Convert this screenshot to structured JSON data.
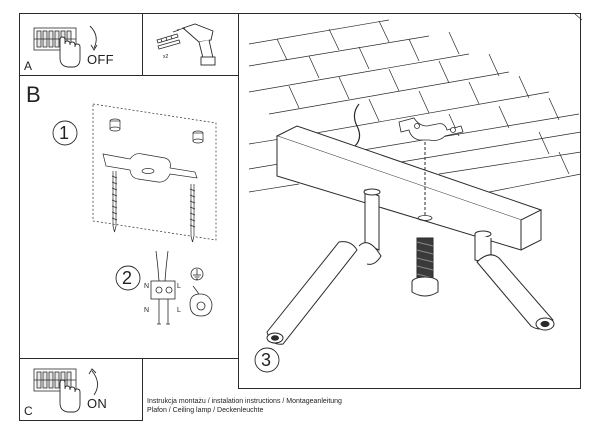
{
  "panels": {
    "a": {
      "letter": "A",
      "switch_label": "OFF"
    },
    "b": {
      "letter": "B",
      "step_1": "1",
      "step_2": "2"
    },
    "c": {
      "letter": "C",
      "switch_label": "ON"
    },
    "main": {
      "step_3": "3"
    }
  },
  "wiring": {
    "neutral": "N",
    "live": "L",
    "ground_symbol": "ground-icon"
  },
  "tools": {
    "anchor_count": "x2"
  },
  "captions": {
    "line_1": "Instrukcja montażu / instalation instructions / Montageanleitung",
    "line_2": "Plafon / Ceiling lamp / Deckenleuchte"
  },
  "colors": {
    "line": "#2a2a2a",
    "ceiling_fill": "#ffffff",
    "tile_fill": "#e8e8e8"
  }
}
